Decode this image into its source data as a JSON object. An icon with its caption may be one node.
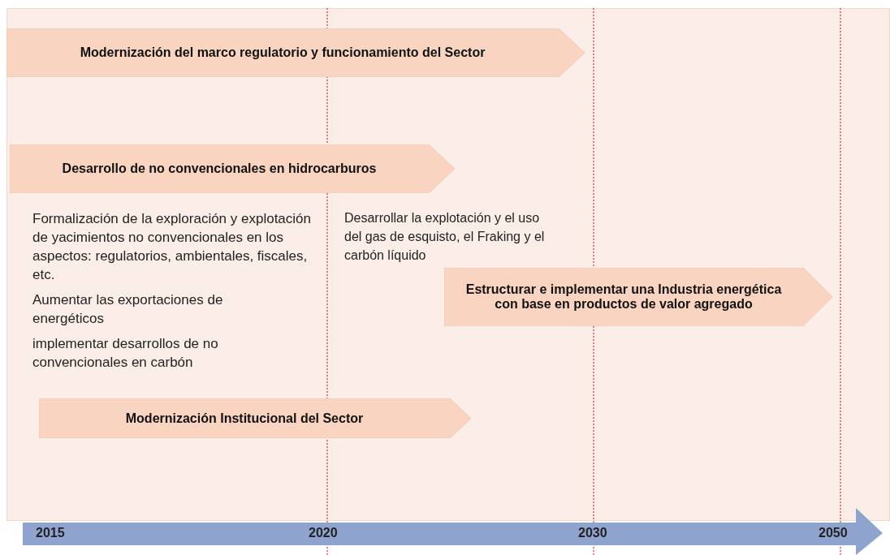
{
  "diagram": {
    "nodes": [
      {
        "text": [
          "Modernización del marco regulatorio y funcionamiento del Sector"
        ]
      },
      {
        "text": [
          "Desarrollo de no convencionales en hidrocarburos"
        ]
      },
      {
        "text": [
          "Estructurar e implementar una Industria energética con base en productos de valor agregado"
        ]
      },
      {
        "text": [
          "Modernización Institucional del Sector"
        ]
      }
    ],
    "edges": [],
    "labels": [
      "Formalización de la exploración y explotación de yacimientos no convencionales en los aspectos: regulatorios, ambientales, fiscales, etc.",
      "Desarrollar la explotación y el uso del gas de esquisto, el Fraking y el carbón líquido",
      "Aumentar las exportaciones de energéticos",
      "implementar desarrollos de no convencionales en carbón",
      "2015",
      "2020",
      "2030",
      "2050"
    ]
  }
}
